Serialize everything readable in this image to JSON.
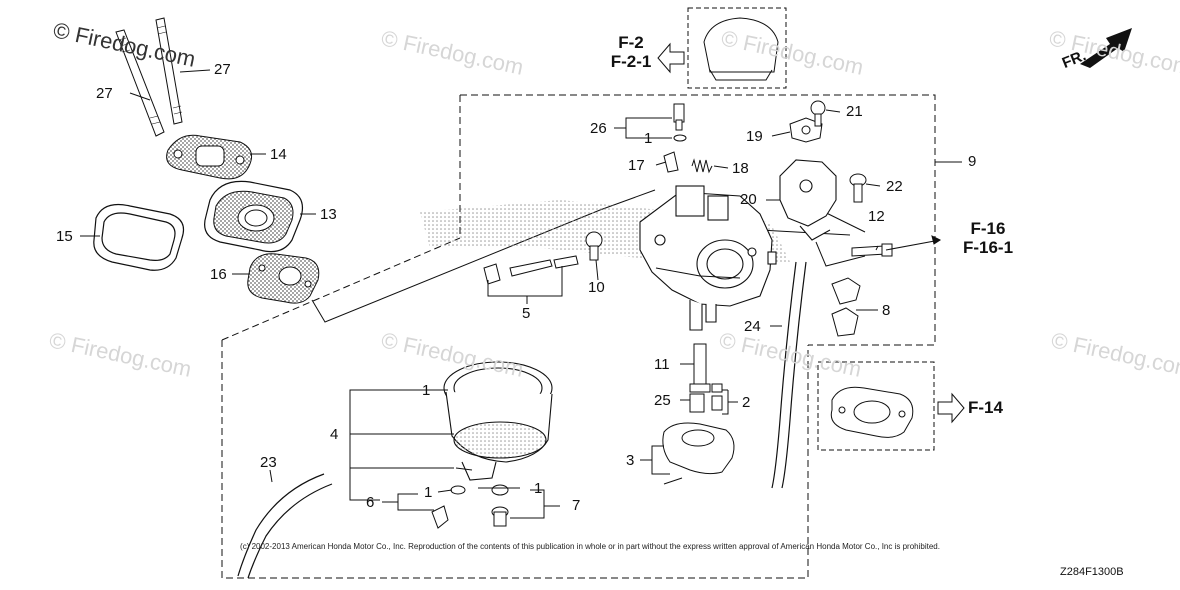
{
  "watermark": "© Firedog.com",
  "front_label": "FR.",
  "part_labels": {
    "p1_left": "1",
    "p1_mid_a": "1",
    "p1_mid_b": "1",
    "p1_top": "1",
    "p2": "2",
    "p3": "3",
    "p4": "4",
    "p5": "5",
    "p6": "6",
    "p7": "7",
    "p8": "8",
    "p9": "9",
    "p10": "10",
    "p11": "11",
    "p12": "12",
    "p13": "13",
    "p14": "14",
    "p15": "15",
    "p16": "16",
    "p17": "17",
    "p18": "18",
    "p19": "19",
    "p20": "20",
    "p21": "21",
    "p22": "22",
    "p23": "23",
    "p24": "24",
    "p25": "25",
    "p26": "26",
    "p27a": "27",
    "p27b": "27"
  },
  "refs": {
    "f2_a": "F-2",
    "f2_b": "F-2-1",
    "f16_a": "F-16",
    "f16_b": "F-16-1",
    "f14": "F-14"
  },
  "copyright": "(c) 2002-2013 American Honda Motor Co., Inc. Reproduction of the contents of this publication in whole or in part without the express written approval of American Honda Motor Co., Inc is prohibited.",
  "diagram_code": "Z284F1300B"
}
